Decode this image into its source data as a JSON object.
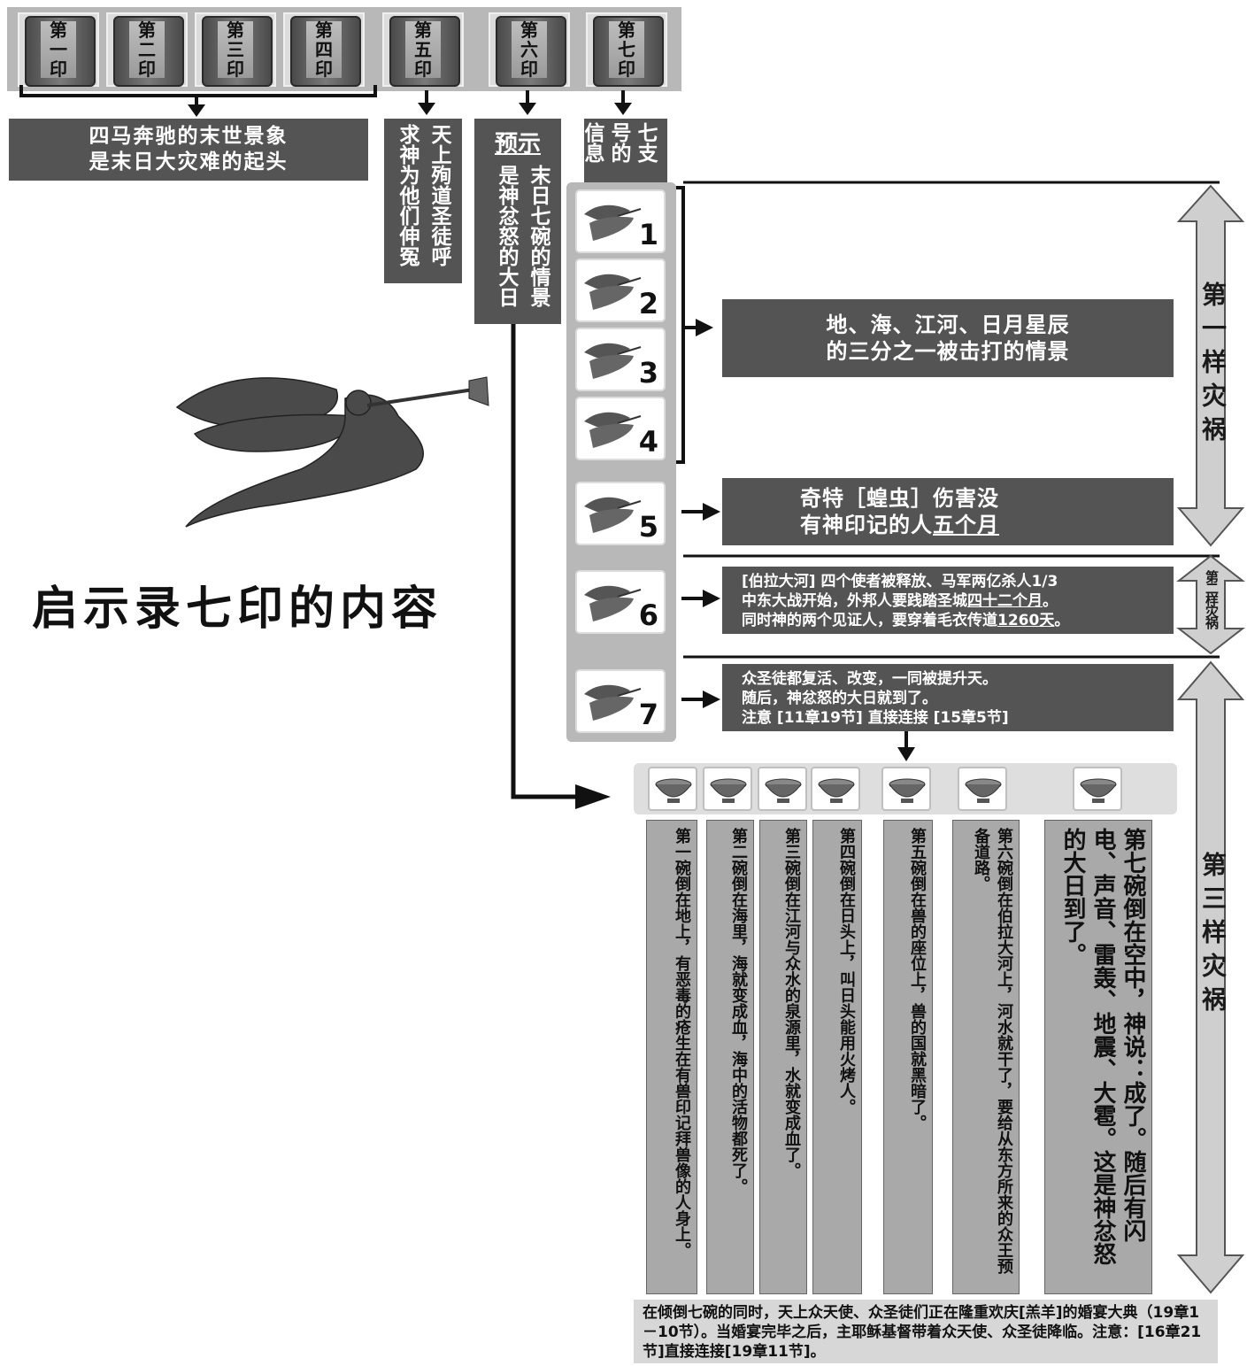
{
  "seals": [
    {
      "label": "第一印",
      "chars": [
        "第",
        "一",
        "印"
      ]
    },
    {
      "label": "第二印",
      "chars": [
        "第",
        "二",
        "印"
      ]
    },
    {
      "label": "第三印",
      "chars": [
        "第",
        "三",
        "印"
      ]
    },
    {
      "label": "第四印",
      "chars": [
        "第",
        "四",
        "印"
      ]
    },
    {
      "label": "第五印",
      "chars": [
        "第",
        "五",
        "印"
      ]
    },
    {
      "label": "第六印",
      "chars": [
        "第",
        "六",
        "印"
      ]
    },
    {
      "label": "第七印",
      "chars": [
        "第",
        "七",
        "印"
      ]
    }
  ],
  "boxes": {
    "four_horses": "四马奔驰的末世景象\n是末日大灾难的起头",
    "fifth_seal": "天上殉道圣徒呼求神为他们伸冤",
    "sixth_title": "预示",
    "sixth_body": "末日七碗的情景是神忿怒的大日",
    "seventh_seal": "七支号的信息"
  },
  "page_title": "启示录七印的内容",
  "trumpets": [
    "1",
    "2",
    "3",
    "4",
    "5",
    "6",
    "7"
  ],
  "trumpet_desc": {
    "t1_4": "地、海、江河、日月星辰\n的三分之一被击打的情景",
    "t5_line1": "奇特［蝗虫］伤害没",
    "t5_line2": "有神印记的人",
    "t5_underline": "五个月",
    "t6_line1": "[伯拉大河] 四个使者被释放、马军两亿杀人1/3",
    "t6_line2a": "中东大战开始，外邦人要践踏圣城",
    "t6_line2u": "四十二个月",
    "t6_line2b": "。",
    "t6_line3a": "同时神的两个见证人，要穿着毛衣传道",
    "t6_line3u": "1260天",
    "t6_line3b": "。",
    "t7_line1": "众圣徒都复活、改变，一同被提升天。",
    "t7_line2": "随后，神忿怒的大日就到了。",
    "t7_line3": "注意 [11章19节] 直接连接 [15章5节]"
  },
  "woes": {
    "first": "第一样灾祸",
    "second": "第二样灾祸",
    "third": "第三样灾祸"
  },
  "bowls": [
    "第一碗倒在地上，有恶毒的疮生在有兽印记拜兽像的人身上。",
    "第二碗倒在海里，海就变成血，海中的活物都死了。",
    "第三碗倒在江河与众水的泉源里，水就变成血了。",
    "第四碗倒在日头上，叫日头能用火烤人。",
    "第五碗倒在兽的座位上，兽的国就黑暗了。",
    "第六碗倒在伯拉大河上，河水就干了，要给从东方所来的众王预备道路。",
    "第七碗倒在空中，神说：成了。随后有闪电、声音、雷轰、地震、大雹。这是神忿怒的大日到了。"
  ],
  "footer_note": "在倾倒七碗的同时，天上众天使、众圣徒们正在隆重欢庆[羔羊]的婚宴大典（19章1－10节）。当婚宴完毕之后，主耶稣基督带着众天使、众圣徒降临。注意：[16章21节]直接连接[19章11节]。",
  "colors": {
    "dark_box": "#545454",
    "panel": "#b8b8b8",
    "bowl_col": "#a9a9a9"
  }
}
